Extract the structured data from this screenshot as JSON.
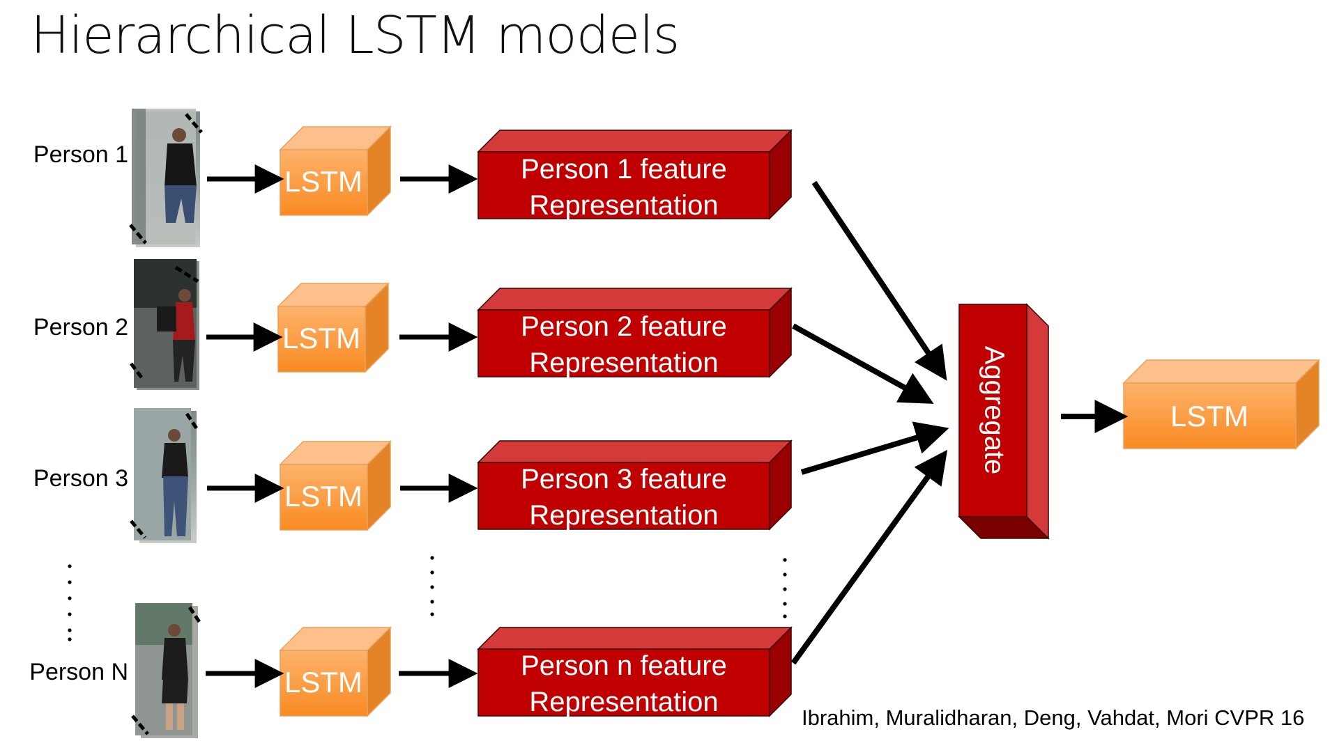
{
  "title": "Hierarchical LSTM models",
  "persons": [
    {
      "label": "Person 1",
      "lstm": "LSTM",
      "feature_line1": "Person 1 feature",
      "feature_line2": "Representation"
    },
    {
      "label": "Person 2",
      "lstm": "LSTM",
      "feature_line1": "Person 2 feature",
      "feature_line2": "Representation"
    },
    {
      "label": "Person 3",
      "lstm": "LSTM",
      "feature_line1": "Person 3 feature",
      "feature_line2": "Representation"
    },
    {
      "label": "Person N",
      "lstm": "LSTM",
      "feature_line1": "Person n feature",
      "feature_line2": "Representation"
    }
  ],
  "aggregate": "Aggregate",
  "output_lstm": "LSTM",
  "citation": "Ibrahim, Muralidharan, Deng, Vahdat, Mori CVPR 16",
  "colors": {
    "lstm_front": "#fb9a3c",
    "lstm_top": "#fdc08a",
    "lstm_side": "#e07f22",
    "feature_front": "#c00000",
    "feature_top": "#d43a3a",
    "feature_side": "#9a0000",
    "arrow": "#000000"
  }
}
